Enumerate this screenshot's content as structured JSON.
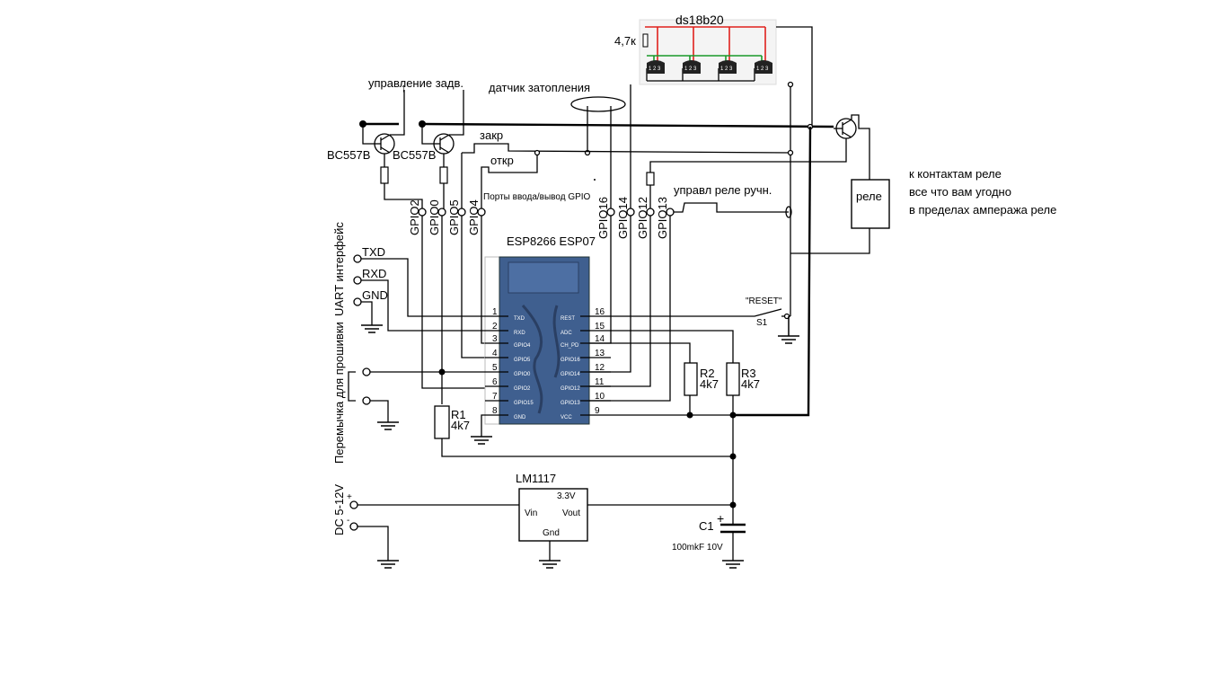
{
  "labels": {
    "ds18b20": "ds18b20",
    "pullup_4k7": "4,7к",
    "valve_control": "управление задв.",
    "flood_sensor": "датчик затопления",
    "close": "закр",
    "open": "откр",
    "bc557b_left": "BC557B",
    "bc557b_right": "BC557B",
    "gpio_ports": "Порты ввода/вывод GPIO",
    "relay_manual": "управл реле ручн.",
    "relay": "реле",
    "relay_note_1": "к контактам реле",
    "relay_note_2": "все что вам угодно",
    "relay_note_3": "в пределах ампеража реле",
    "module_title": "ESP8266 ESP07",
    "uart_label": "UART интерфейс",
    "txd": "TXD",
    "rxd": "RXD",
    "gnd": "GND",
    "jumper_label": "Перемычка для прошивки",
    "reset": "\"RESET\"",
    "s1": "S1",
    "r1": "R1",
    "r1_val": "4k7",
    "r2": "R2",
    "r2_val": "4k7",
    "r3": "R3",
    "r3_val": "4k7",
    "lm1117": "LM1117",
    "v33": "3.3V",
    "vin": "Vin",
    "vout": "Vout",
    "reg_gnd": "Gnd",
    "c1": "C1",
    "c1_val": "100mkF 10V",
    "c1_plus": "+",
    "dc_input": "DC 5-12V",
    "dc_plus": "+",
    "dc_minus": "-"
  },
  "gpio_top": [
    "GPIO2",
    "GPIO0",
    "GPIO5",
    "GPIO4",
    "GPIO16",
    "GPIO14",
    "GPIO12",
    "GPIO13"
  ],
  "module_pins_left": [
    "TXD",
    "RXD",
    "GPIO4",
    "GPIO5",
    "GPIO0",
    "GPIO2",
    "GPIO15",
    "GND"
  ],
  "module_pins_right": [
    "REST",
    "ADC",
    "CH_PD",
    "GPIO16",
    "GPIO14",
    "GPIO12",
    "GPIO13",
    "VCC"
  ],
  "pin_numbers_left": [
    "1",
    "2",
    "3",
    "4",
    "5",
    "6",
    "7",
    "8"
  ],
  "pin_numbers_right": [
    "16",
    "15",
    "14",
    "13",
    "12",
    "11",
    "10",
    "9"
  ],
  "sensor_pin_marks": [
    "1 2 3",
    "1 2 3",
    "1 2 3",
    "1 2 3"
  ],
  "colors": {
    "wire": "#000000",
    "red_bus": "#e0201c",
    "green_bus": "#1a9a2a",
    "module_blue": "#3f5f8f"
  }
}
